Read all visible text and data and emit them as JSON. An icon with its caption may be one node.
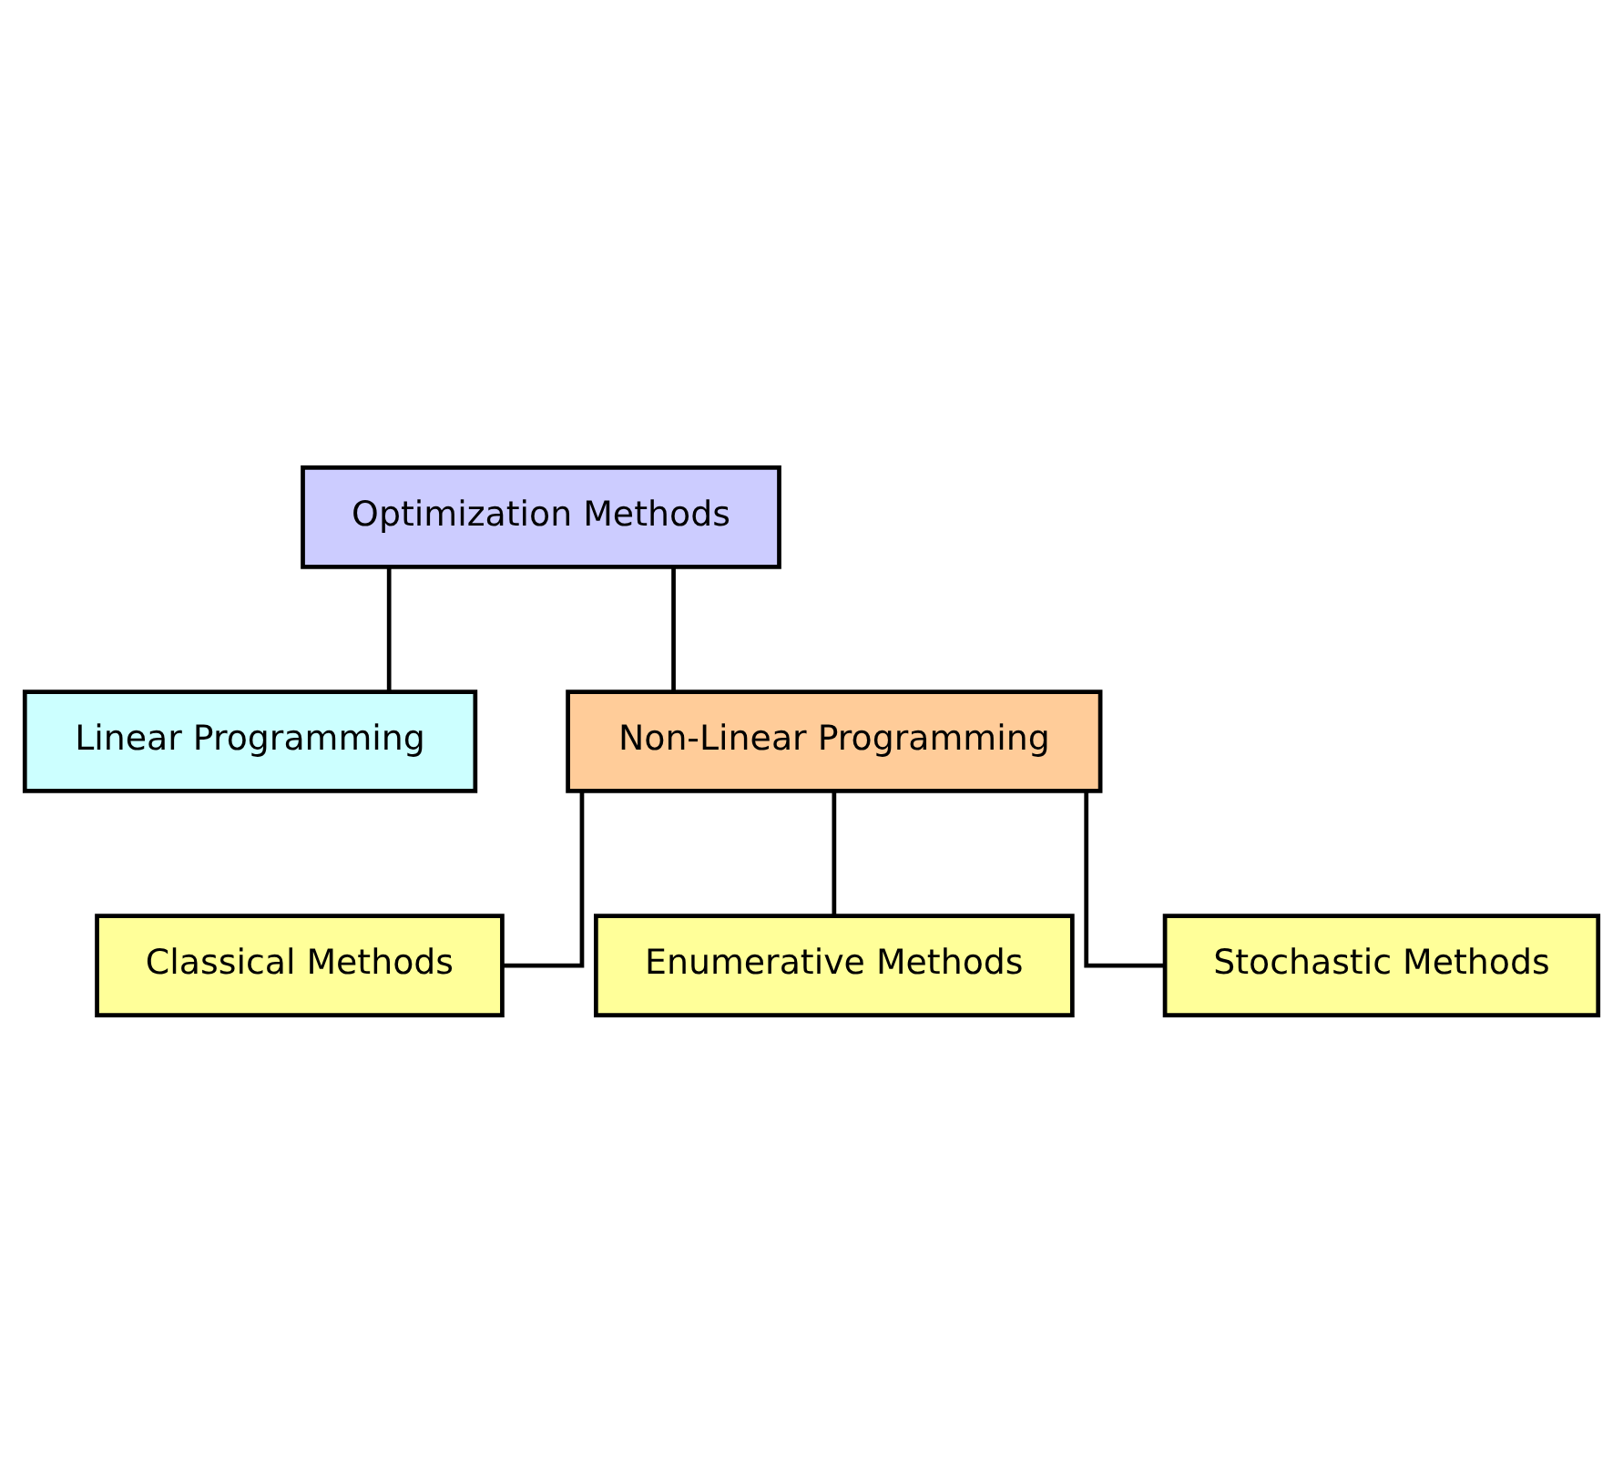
{
  "diagram": {
    "nodes": [
      {
        "text": [
          "Optimization Methods"
        ]
      },
      {
        "text": [
          "Linear Programming"
        ]
      },
      {
        "text": [
          "Non-Linear Programming"
        ]
      },
      {
        "text": [
          "Classical Methods"
        ]
      },
      {
        "text": [
          "Enumerative Methods"
        ]
      },
      {
        "text": [
          "Stochastic Methods"
        ]
      }
    ],
    "edges": [
      {
        "from": 0,
        "to": 1,
        "arrow": "none"
      },
      {
        "from": 0,
        "to": 2,
        "arrow": "none"
      },
      {
        "from": 2,
        "to": 3,
        "arrow": "none"
      },
      {
        "from": 2,
        "to": 4,
        "arrow": "none"
      },
      {
        "from": 2,
        "to": 5,
        "arrow": "none"
      }
    ]
  }
}
